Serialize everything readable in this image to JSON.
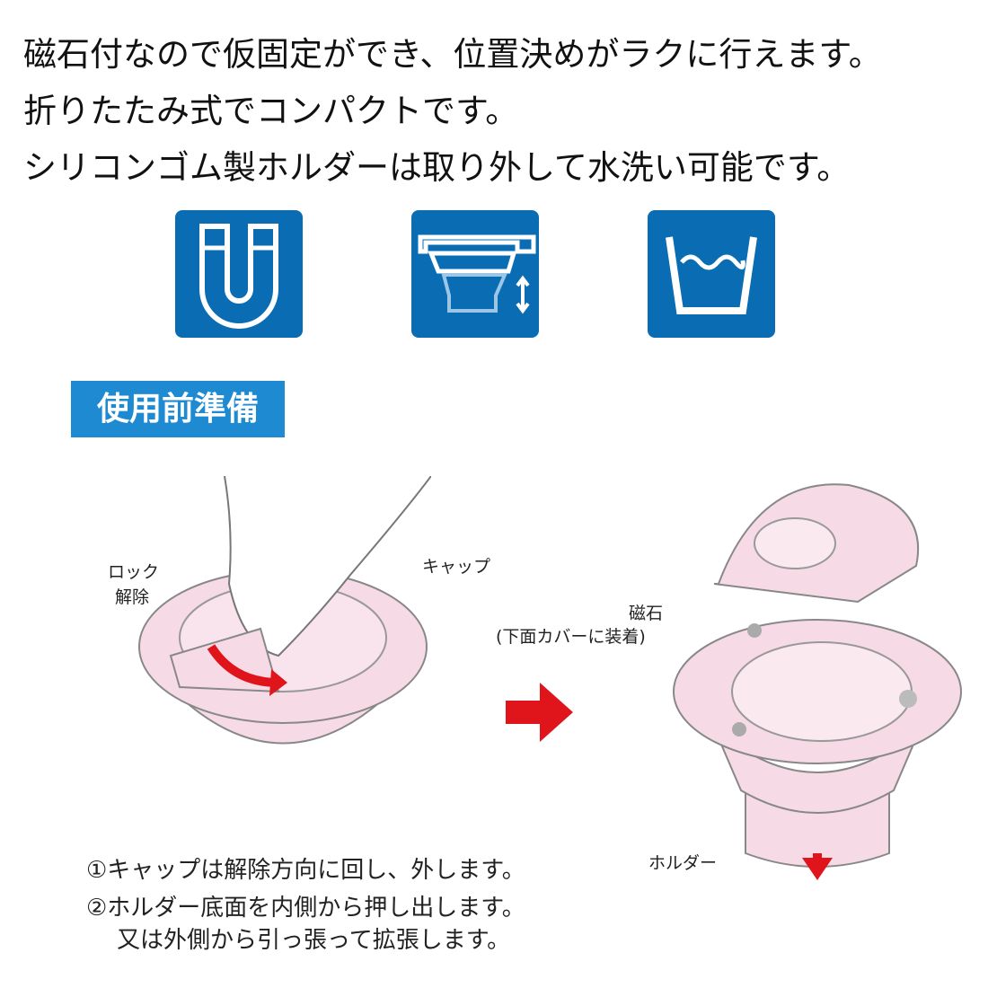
{
  "features": [
    "磁石付なので仮固定ができ、位置決めがラクに行えます。",
    "折りたたみ式でコンパクトです。",
    "シリコンゴム製ホルダーは取り外して水洗い可能です。"
  ],
  "icons": [
    "magnet-icon",
    "collapsible-icon",
    "washable-icon"
  ],
  "colors": {
    "icon_bg": "#0a6db3",
    "section_bg": "#1e8ad2",
    "product_pink": "#f6dbe6",
    "arrow_red": "#e0141b"
  },
  "section_title": "使用前準備",
  "labels": {
    "lock_release_1": "ロック",
    "lock_release_2": "解除",
    "cap": "キャップ",
    "magnet": "磁石",
    "magnet_note": "(下面カバーに装着)",
    "holder": "ホルダー"
  },
  "steps": [
    "①キャップは解除方向に回し、外します。",
    "②ホルダー底面を内側から押し出します。",
    "又は外側から引っ張って拡張します。"
  ]
}
